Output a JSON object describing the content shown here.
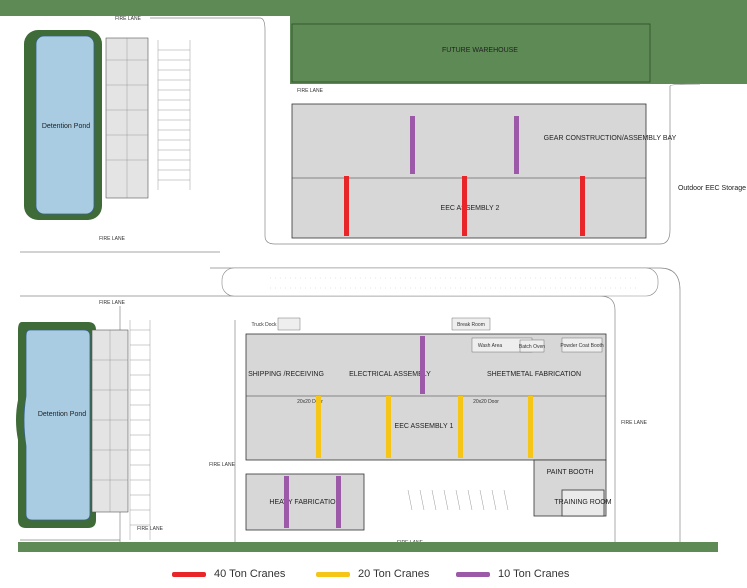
{
  "colors": {
    "grass": "#5d8a55",
    "grass_dark": "#3e6b38",
    "pond": "#a9cce3",
    "building": "#d7d7d7",
    "crane_40": "#e8262a",
    "crane_20": "#f5c518",
    "crane_10": "#9b59a8"
  },
  "labels": {
    "future_warehouse": "FUTURE WAREHOUSE",
    "gear_bay": "GEAR CONSTRUCTION/ASSEMBLY BAY",
    "eec_assembly_2": "EEC ASSEMBLY 2",
    "outdoor_storage": "Outdoor EEC Storage",
    "shipping": "SHIPPING /RECEIVING",
    "electrical": "ELECTRICAL ASSEMBLY",
    "sheetmetal": "SHEETMETAL FABRICATION",
    "eec_assembly_1": "EEC ASSEMBLY 1",
    "paint_booth": "PAINT BOOTH",
    "training_room": "TRAINING ROOM",
    "heavy_fabrication": "HEAVY FABRICATION",
    "detention_pond_top": "Detention Pond",
    "detention_pond_bottom": "Detention Pond",
    "fire_lane": "FIRE LANE",
    "truck_dock": "Truck Dock",
    "break_room": "Break Room",
    "wash_area": "Wash Area",
    "batch_oven": "Batch Oven",
    "powder_coat_booth": "Powder Coat Booth",
    "door_label": "20x20 Door"
  },
  "legend": [
    {
      "label": "40 Ton Cranes",
      "color_key": "crane_40"
    },
    {
      "label": "20 Ton Cranes",
      "color_key": "crane_20"
    },
    {
      "label": "10 Ton Cranes",
      "color_key": "crane_10"
    }
  ]
}
